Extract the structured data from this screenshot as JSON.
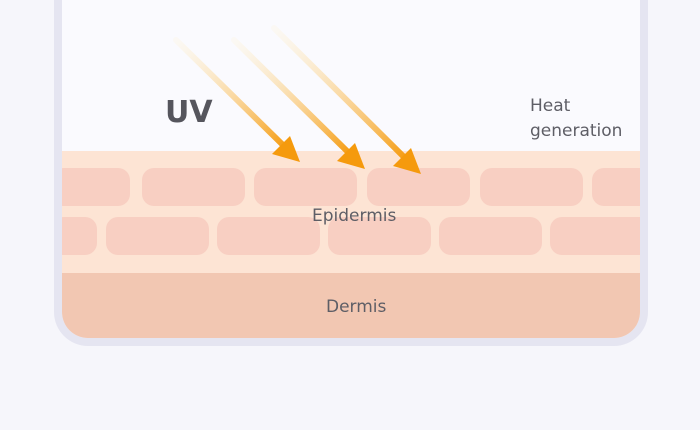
{
  "labels": {
    "uv": "UV",
    "heat_line1": "Heat",
    "heat_line2": "generation",
    "epidermis": "Epidermis",
    "dermis": "Dermis"
  },
  "colors": {
    "background": "#f6f6fb",
    "card_border": "#e5e5f1",
    "card_fill": "#fafafe",
    "epidermis_band": "#fde4d4",
    "epidermis_cell": "#f8cfc2",
    "dermis": "#f2c7b2",
    "arrow_start": "#fff1cc",
    "arrow_end": "#f59a0d"
  },
  "icons": [
    "uv-ray-arrow",
    "uv-ray-arrow",
    "uv-ray-arrow"
  ]
}
